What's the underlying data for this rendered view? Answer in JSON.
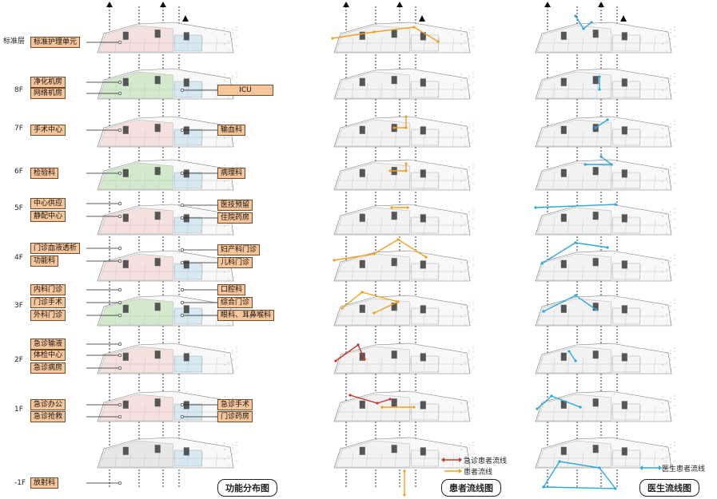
{
  "floors": [
    {
      "label": "标准层"
    },
    {
      "label": "8F"
    },
    {
      "label": "7F"
    },
    {
      "label": "6F"
    },
    {
      "label": "5F"
    },
    {
      "label": "4F"
    },
    {
      "label": "3F"
    },
    {
      "label": "2F"
    },
    {
      "label": "1F"
    },
    {
      "label": "-1F"
    }
  ],
  "left_tags": [
    {
      "floor": 0,
      "text": "标准护理单元"
    },
    {
      "floor": 1,
      "text": "净化机房"
    },
    {
      "floor": 1,
      "text": "网络机房"
    },
    {
      "floor": 2,
      "text": "手术中心"
    },
    {
      "floor": 3,
      "text": "检验科"
    },
    {
      "floor": 4,
      "text": "中心供应"
    },
    {
      "floor": 4,
      "text": "静配中心"
    },
    {
      "floor": 5,
      "text": "门诊血液透析"
    },
    {
      "floor": 5,
      "text": "功能科"
    },
    {
      "floor": 6,
      "text": "内科门诊"
    },
    {
      "floor": 6,
      "text": "门诊手术"
    },
    {
      "floor": 6,
      "text": "外科门诊"
    },
    {
      "floor": 7,
      "text": "急诊输液"
    },
    {
      "floor": 7,
      "text": "体检中心"
    },
    {
      "floor": 7,
      "text": "急诊病房"
    },
    {
      "floor": 8,
      "text": "急诊办公"
    },
    {
      "floor": 8,
      "text": "急诊抢救"
    },
    {
      "floor": 9,
      "text": "放射科"
    }
  ],
  "right_tags": [
    {
      "floor": 1,
      "text": "ICU"
    },
    {
      "floor": 2,
      "text": "输血科"
    },
    {
      "floor": 3,
      "text": "病理科"
    },
    {
      "floor": 4,
      "text": "医技预留"
    },
    {
      "floor": 4,
      "text": "住院药房"
    },
    {
      "floor": 5,
      "text": "妇产科门诊"
    },
    {
      "floor": 5,
      "text": "儿科门诊"
    },
    {
      "floor": 6,
      "text": "口腔科"
    },
    {
      "floor": 6,
      "text": "综合门诊"
    },
    {
      "floor": 6,
      "text": "眼科、耳鼻喉科"
    },
    {
      "floor": 8,
      "text": "急诊手术"
    },
    {
      "floor": 8,
      "text": "门诊药房"
    }
  ],
  "panel_titles": [
    "功能分布图",
    "患者流线图",
    "医生流线图"
  ],
  "legend_patient": [
    {
      "text": "急诊患者流线",
      "color": "#c8332f"
    },
    {
      "text": "患者流线",
      "color": "#f0a020"
    }
  ],
  "legend_doctor": [
    {
      "text": "医生患者流线",
      "color": "#2aa7e0"
    }
  ],
  "colors": {
    "tag_fill": "#f7c59a",
    "tag_border": "#6b4a2e",
    "zone_pink": "#f5dede",
    "zone_green": "#cfe8c8",
    "zone_blue": "#d6e8f2",
    "zone_grey": "#e6e6e6",
    "emergency_flow": "#c8332f",
    "patient_flow": "#f0a020",
    "doctor_flow": "#2aa7e0"
  },
  "floor_zone_colors": [
    "#f5dede",
    "#cfe8c8",
    "#f5dede",
    "#cfe8c8",
    "#f5dede",
    "#f5dede",
    "#cfe8c8",
    "#f5dede",
    "#f5dede",
    "#e6e6e6"
  ]
}
